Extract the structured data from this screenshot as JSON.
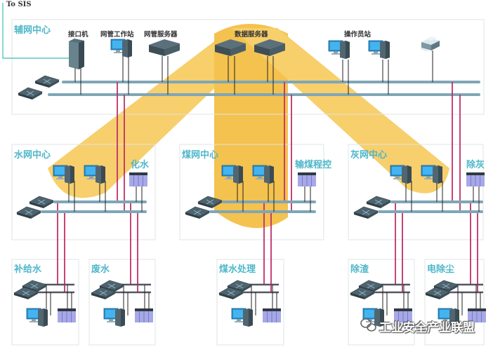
{
  "to_sis_label": "To SIS",
  "zones": {
    "aux": {
      "label": "辅网中心"
    },
    "water": {
      "label": "水网中心"
    },
    "coal": {
      "label": "煤网中心"
    },
    "ash": {
      "label": "灰网中心"
    },
    "makeup_water": {
      "label": "补给水"
    },
    "waste_water": {
      "label": "废水"
    },
    "coal_water": {
      "label": "煤水处理"
    },
    "slag": {
      "label": "除渣"
    },
    "esp": {
      "label": "电除尘"
    }
  },
  "devices": {
    "interface_machine": "接口机",
    "nms_workstation": "网管工作站",
    "nms_server": "网管服务器",
    "data_server": "数据服务器",
    "operator_station": "操作员站",
    "chem_water": "化水",
    "coal_conveyor": "输煤程控",
    "ash_removal": "除灰"
  },
  "watermark": "工业安全产业联盟",
  "colors": {
    "zone_label": "#4fb7c9",
    "bus": "#7fa6b8",
    "link": "#c0306a",
    "highlight": "#f5c242",
    "sis_line": "#58c9c0"
  }
}
